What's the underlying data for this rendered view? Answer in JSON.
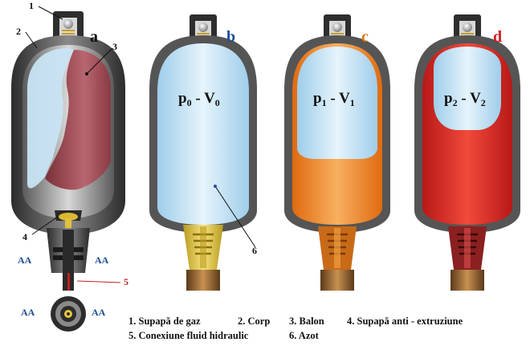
{
  "panels": [
    {
      "letter": "a",
      "letter_color": "#111111"
    },
    {
      "letter": "b",
      "letter_color": "#1f4e9a",
      "state_p": "p",
      "state_p_sub": "0",
      "state_sep": " - ",
      "state_v": "V",
      "state_v_sub": "0"
    },
    {
      "letter": "c",
      "letter_color": "#e07a1a",
      "state_p": "p",
      "state_p_sub": "1",
      "state_sep": " - ",
      "state_v": "V",
      "state_v_sub": "1"
    },
    {
      "letter": "d",
      "letter_color": "#d42020",
      "state_p": "p",
      "state_p_sub": "2",
      "state_sep": " - ",
      "state_v": "V",
      "state_v_sub": "2"
    }
  ],
  "callouts": {
    "n1": "1",
    "n2": "2",
    "n3": "3",
    "n4": "4",
    "n5": "5",
    "n6": "6"
  },
  "section_marks": {
    "left": "AA",
    "right": "AA"
  },
  "legend": {
    "item1": "1. Supapă de gaz",
    "item2": "2. Corp",
    "item3": "3. Balon",
    "item4": "4. Supapă anti - extruziune",
    "item5": "5. Conexiune fluid hidraulic",
    "item6": "6. Azot"
  },
  "colors": {
    "shell": "#4a4a4a",
    "nitrogen": "#bfe0f5",
    "bladder": "#a04a55",
    "fluid_c": "#f08a2a",
    "fluid_d": "#d42828",
    "valve_brass": "#e8c840",
    "section_blue": "#1a4d8f",
    "callout_red": "#d42020"
  }
}
